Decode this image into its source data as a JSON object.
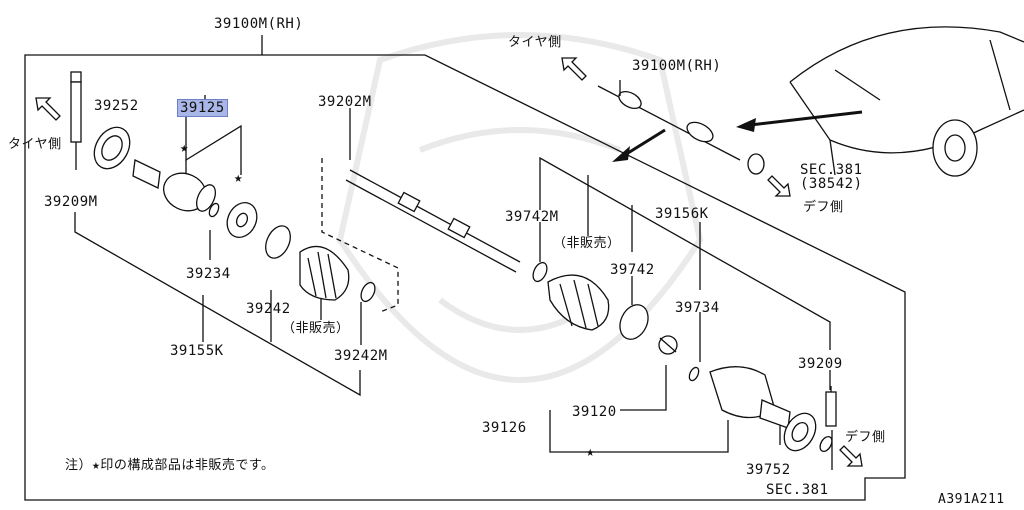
{
  "labels": {
    "assembly_top": "39100M(RH)",
    "assembly_small": "39100M(RH)",
    "p39252": "39252",
    "p39125": "39125",
    "p39202m": "39202M",
    "p39209m": "39209M",
    "p39234": "39234",
    "p39242": "39242",
    "p39155k": "39155K",
    "p39242m": "39242M",
    "p39742m": "39742M",
    "p39156k": "39156K",
    "p39742": "39742",
    "p39734": "39734",
    "p39209": "39209",
    "p39120": "39120",
    "p39126": "39126",
    "p39752": "39752",
    "sec381_upper": "SEC.381",
    "sec381_upper_sub": "(38542)",
    "sec381_lower": "SEC.381",
    "not_sold_1": "（非販売）",
    "not_sold_2": "（非販売）",
    "tire_side_left": "タイヤ側",
    "tire_side_top": "タイヤ側",
    "diff_side_upper": "デフ側",
    "diff_side_lower": "デフ側",
    "star": "★",
    "note": "注）★印の構成部品は非販売です。",
    "diagram_code": "A391A211"
  },
  "highlight_color": "#a9b7e8"
}
